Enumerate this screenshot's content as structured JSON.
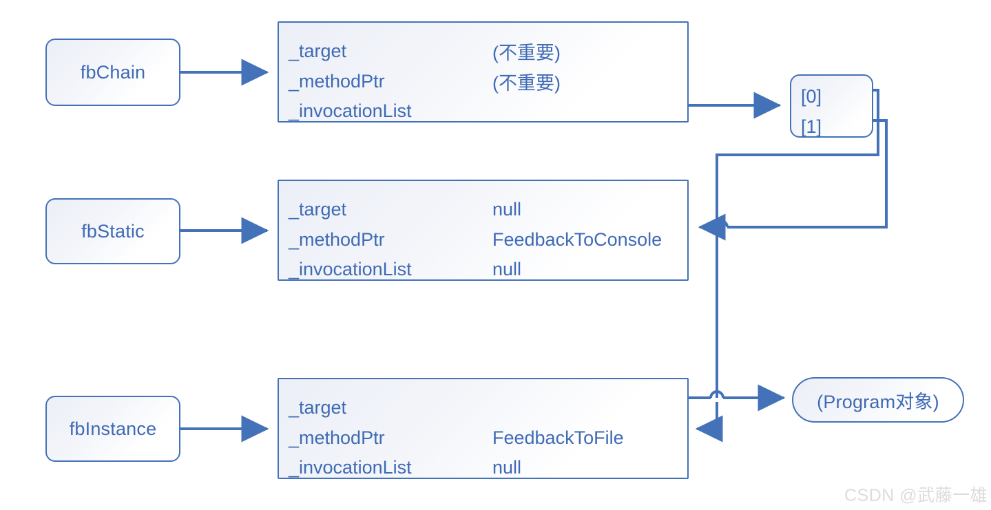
{
  "diagram": {
    "title": "C# delegate invocation list memory layout",
    "accent_color": "#4472b8",
    "text_color": "#3f6ab4",
    "dot_color": "#3a62ae",
    "variables": [
      {
        "name": "fbChain",
        "label": "fbChain"
      },
      {
        "name": "fbStatic",
        "label": "fbStatic"
      },
      {
        "name": "fbInstance",
        "label": "fbInstance"
      }
    ],
    "structs": [
      {
        "name": "fbchain-struct",
        "fields": [
          {
            "label": "_target",
            "value": "(不重要)",
            "kind": "text"
          },
          {
            "label": "_methodPtr",
            "value": "(不重要)",
            "kind": "text"
          },
          {
            "label": "_invocationList",
            "value": "",
            "kind": "pointer"
          }
        ]
      },
      {
        "name": "fbstatic-struct",
        "fields": [
          {
            "label": "_target",
            "value": "null",
            "kind": "text"
          },
          {
            "label": "_methodPtr",
            "value": "FeedbackToConsole",
            "kind": "text"
          },
          {
            "label": "_invocationList",
            "value": "null",
            "kind": "text"
          }
        ]
      },
      {
        "name": "fbinstance-struct",
        "fields": [
          {
            "label": "_target",
            "value": "",
            "kind": "pointer"
          },
          {
            "label": "_methodPtr",
            "value": "FeedbackToFile",
            "kind": "text"
          },
          {
            "label": "_invocationList",
            "value": "null",
            "kind": "text"
          }
        ]
      }
    ],
    "invocation_array": {
      "name": "invocation-list-array",
      "entries": [
        {
          "index_label": "[0]",
          "kind": "pointer"
        },
        {
          "index_label": "[1]",
          "kind": "pointer"
        }
      ]
    },
    "program_object": {
      "label": "(Program对象)"
    },
    "watermark": {
      "text": "CSDN @武藤一雄"
    }
  }
}
